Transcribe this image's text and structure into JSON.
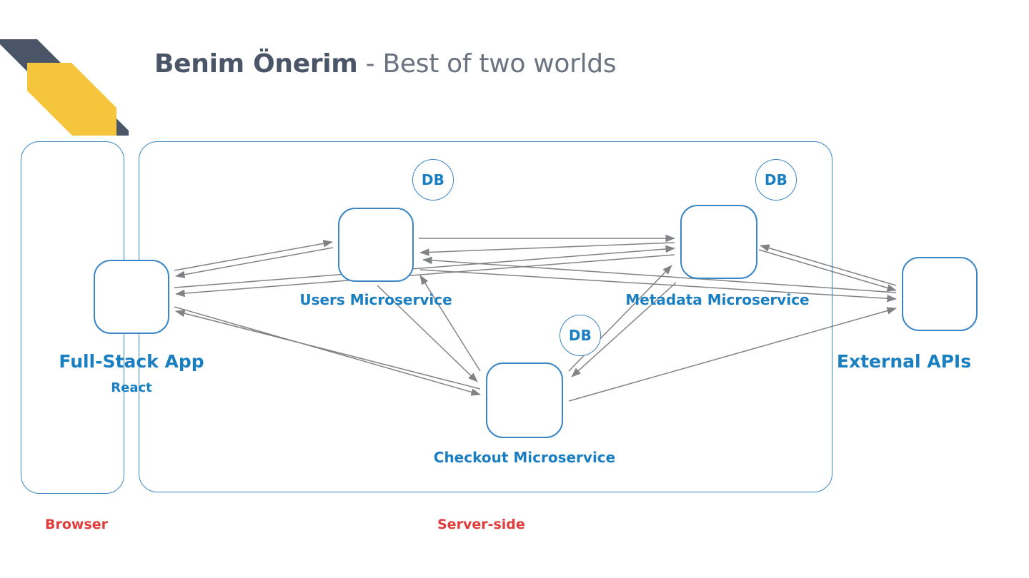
{
  "slide": {
    "title_strong": "Benim Önerim",
    "title_rest": " - Best of two worlds",
    "logo_name": "diagonal-stripes-logo",
    "colors": {
      "logo_dark": "#4a5568",
      "logo_yellow": "#f5c63c",
      "node_stroke": "#3b86c4",
      "node_label": "#1a7fc1",
      "zone_label": "#e03c3c",
      "arrow": "#808285",
      "title_strong": "#4a5568",
      "title_rest": "#6b7280",
      "background": "#ffffff"
    }
  },
  "zones": [
    {
      "id": "browser",
      "label": "Browser"
    },
    {
      "id": "server",
      "label": "Server-side"
    }
  ],
  "nodes": [
    {
      "id": "fullstack",
      "label": "Full-Stack App",
      "sublabel": "React"
    },
    {
      "id": "users",
      "label": "Users Microservice"
    },
    {
      "id": "metadata",
      "label": "Metadata Microservice"
    },
    {
      "id": "checkout",
      "label": "Checkout Microservice"
    },
    {
      "id": "external",
      "label": "External APIs"
    }
  ],
  "databases": [
    {
      "id": "db-users",
      "label": "DB",
      "attached_to": "users"
    },
    {
      "id": "db-metadata",
      "label": "DB",
      "attached_to": "metadata"
    },
    {
      "id": "db-checkout",
      "label": "DB",
      "attached_to": "checkout"
    }
  ],
  "connections": [
    {
      "from": "fullstack",
      "to": "users",
      "direction": "bidirectional"
    },
    {
      "from": "fullstack",
      "to": "metadata",
      "direction": "bidirectional"
    },
    {
      "from": "fullstack",
      "to": "checkout",
      "direction": "bidirectional"
    },
    {
      "from": "users",
      "to": "metadata",
      "direction": "bidirectional"
    },
    {
      "from": "users",
      "to": "checkout",
      "direction": "bidirectional"
    },
    {
      "from": "metadata",
      "to": "checkout",
      "direction": "bidirectional"
    },
    {
      "from": "users",
      "to": "external",
      "direction": "bidirectional"
    },
    {
      "from": "metadata",
      "to": "external",
      "direction": "bidirectional"
    },
    {
      "from": "checkout",
      "to": "external",
      "direction": "unidirectional"
    }
  ]
}
